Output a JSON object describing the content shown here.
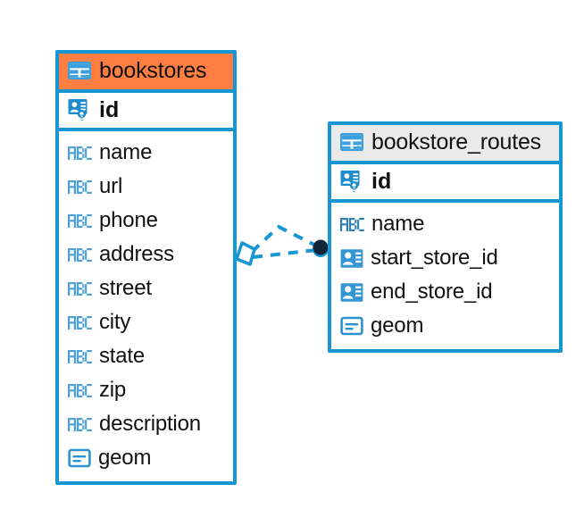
{
  "diagram": {
    "type": "entity-relationship-diagram",
    "background_color": "#ffffff",
    "accent_color": "#1696d3",
    "highlight_color": "#ff7f43",
    "header_gray": "#eaeaea"
  },
  "entities": [
    {
      "name": "bookstores",
      "header_style": "orange",
      "table_icon": "table-icon",
      "primary_key": {
        "label": "id",
        "icon": "primary-key-icon"
      },
      "fields": [
        {
          "label": "name",
          "icon": "abc-text-icon"
        },
        {
          "label": "url",
          "icon": "abc-text-icon"
        },
        {
          "label": "phone",
          "icon": "abc-text-icon"
        },
        {
          "label": "address",
          "icon": "abc-text-icon"
        },
        {
          "label": "street",
          "icon": "abc-text-icon"
        },
        {
          "label": "city",
          "icon": "abc-text-icon"
        },
        {
          "label": "state",
          "icon": "abc-text-icon"
        },
        {
          "label": "zip",
          "icon": "abc-text-icon"
        },
        {
          "label": "description",
          "icon": "abc-text-icon"
        },
        {
          "label": "geom",
          "icon": "geometry-icon"
        }
      ]
    },
    {
      "name": "bookstore_routes",
      "header_style": "gray",
      "table_icon": "table-icon",
      "primary_key": {
        "label": "id",
        "icon": "primary-key-icon"
      },
      "fields": [
        {
          "label": "name",
          "icon": "abc-text-icon"
        },
        {
          "label": "start_store_id",
          "icon": "foreign-key-icon"
        },
        {
          "label": "end_store_id",
          "icon": "foreign-key-icon"
        },
        {
          "label": "geom",
          "icon": "geometry-icon"
        }
      ]
    }
  ],
  "relationship": {
    "source_marker": "diamond-marker",
    "target_marker": "filled-circle-marker",
    "line_style": "dashed",
    "line_color": "#1696d3",
    "target_fill": "#12263a"
  }
}
